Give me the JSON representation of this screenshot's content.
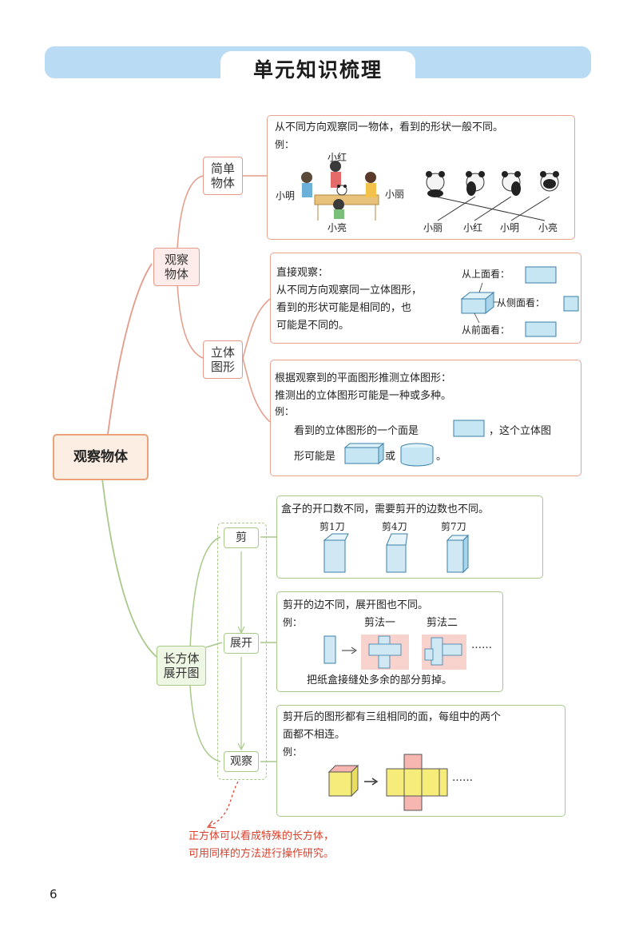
{
  "header": {
    "title": "单元知识梳理"
  },
  "root": {
    "label": "观察物体"
  },
  "branches": {
    "observe": {
      "label": "观察物体",
      "simple": {
        "label": "简单物体",
        "box": {
          "text": "从不同方向观察同一物体，看到的形状一般不同。",
          "example": "例：",
          "people": {
            "top": "小红",
            "left": "小明",
            "right": "小丽",
            "bottom": "小亮"
          },
          "panda_labels": [
            "小丽",
            "小红",
            "小明",
            "小亮"
          ]
        }
      },
      "solid": {
        "label": "立体图形",
        "box1": {
          "line1": "直接观察：",
          "line2": "从不同方向观察同一立体图形，",
          "line3": "看到的形状可能是相同的，也",
          "line4": "可能是不同的。",
          "view_top": "从上面看：",
          "view_side": "从侧面看：",
          "view_front": "从前面看："
        },
        "box2": {
          "line1": "根据观察到的平面图形推测立体图形：",
          "line2": "推测出的立体图形可能是一种或多种。",
          "example": "例：",
          "line3a": "看到的立体图形的一个面是",
          "line3b": "，这个立体图",
          "line4a": "形可能是",
          "line4b": "或",
          "line4c": "。"
        }
      }
    },
    "unfold": {
      "label": "长方体展开图",
      "steps": [
        "剪",
        "展开",
        "观察"
      ],
      "cut_box": {
        "text": "盒子的开口数不同，需要剪开的边数也不同。",
        "labels": [
          "剪1刀",
          "剪4刀",
          "剪7刀"
        ]
      },
      "unfold_box": {
        "text": "剪开的边不同，展开图也不同。",
        "example": "例：",
        "method1": "剪法一",
        "method2": "剪法二",
        "ellipsis": "……",
        "caption": "把纸盒接缝处多余的部分剪掉。"
      },
      "observe_box": {
        "line1": "剪开后的图形都有三组相同的面，每组中的两个",
        "line2": "面都不相连。",
        "example": "例：",
        "ellipsis": "……"
      }
    }
  },
  "note": {
    "line1": "正方体可以看成特殊的长方体，",
    "line2": "可用同样的方法进行操作研究。"
  },
  "page_number": "6",
  "colors": {
    "banner": "#b9dcf4",
    "red_branch": "#e59a8a",
    "green_branch": "#a8c98a",
    "note": "#d9402b"
  }
}
